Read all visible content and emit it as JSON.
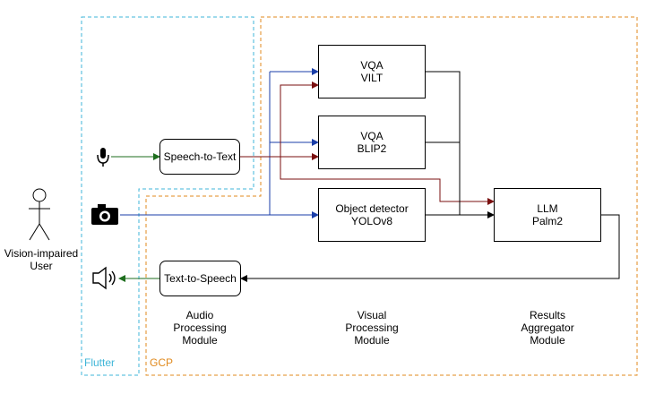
{
  "regions": {
    "flutter": {
      "label": "Flutter",
      "color": "#3fb6d8"
    },
    "gcp": {
      "label": "GCP",
      "color": "#e08a1e"
    }
  },
  "user": {
    "label_line1": "Vision-impaired",
    "label_line2": "User"
  },
  "io_icons": [
    "microphone-icon",
    "camera-icon",
    "speaker-icon"
  ],
  "nodes": {
    "speech_to_text": "Speech-to-Text",
    "text_to_speech": "Text-to-Speech",
    "vqa_vilt": {
      "line1": "VQA",
      "line2": "VILT"
    },
    "vqa_blip2": {
      "line1": "VQA",
      "line2": "BLIP2"
    },
    "object_detector": {
      "line1": "Object detector",
      "line2": "YOLOv8"
    },
    "llm": {
      "line1": "LLM",
      "line2": "Palm2"
    }
  },
  "modules": {
    "audio": {
      "line1": "Audio",
      "line2": "Processing",
      "line3": "Module"
    },
    "visual": {
      "line1": "Visual",
      "line2": "Processing",
      "line3": "Module"
    },
    "results": {
      "line1": "Results",
      "line2": "Aggregator",
      "line3": "Module"
    }
  },
  "edge_colors": {
    "audio": "#1e6e1e",
    "image": "#1a3ea8",
    "text": "#7a0f0f",
    "result": "#000000"
  }
}
